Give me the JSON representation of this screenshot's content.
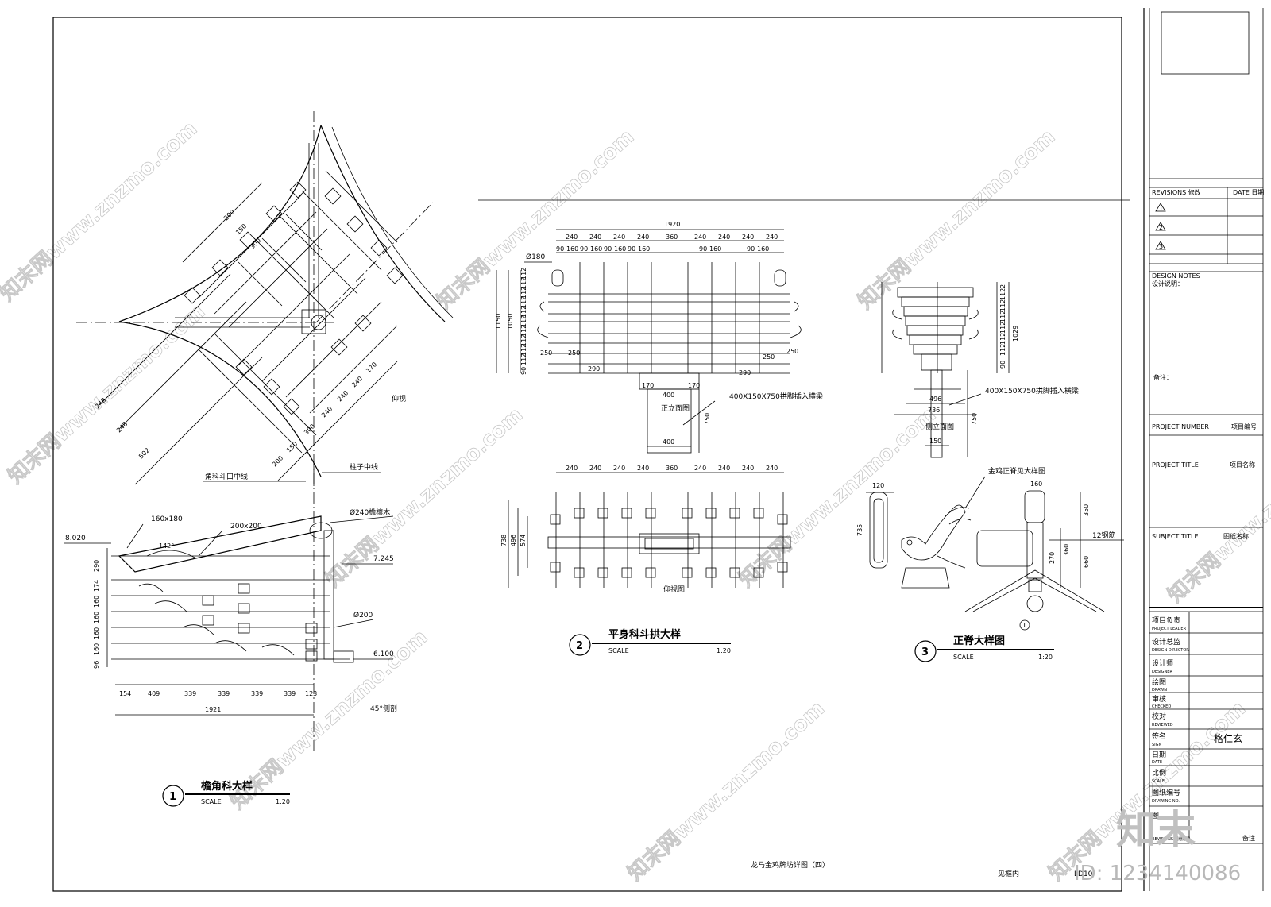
{
  "drawing": {
    "sheet_title": "龙马金鸡牌坊详图（四）",
    "sheet_note": "见框内",
    "sheet_no": "LD10",
    "image_id": "ID: 1234140086",
    "brand": "知末",
    "watermark": "知末网www.znzmo.com"
  },
  "detail1": {
    "number": "1",
    "title": "檐角科大样",
    "scale_label": "SCALE",
    "scale": "1:20",
    "top_view_label": "仰视",
    "labels": {
      "corner_line": "角科斗口中线",
      "column_line": "柱子中线",
      "purlin": "Ø240檐檩木",
      "size_a": "160x180",
      "size_b": "200x200",
      "angle": "142°",
      "col_dia": "Ø200",
      "side_view": "45°侧剖"
    },
    "elevations": [
      "8.020",
      "7.245",
      "6.100"
    ],
    "plan_dims_a": [
      "200",
      "150",
      "300"
    ],
    "plan_dims_b": [
      "502",
      "248",
      "248"
    ],
    "plan_dims_c": [
      "170",
      "240",
      "240",
      "240",
      "300",
      "150",
      "200"
    ],
    "vert_dims": [
      "290",
      "174",
      "160",
      "160",
      "160",
      "160",
      "96"
    ],
    "horiz_dims": [
      "154",
      "409",
      "339",
      "339",
      "339",
      "339",
      "123"
    ],
    "total": "1921"
  },
  "detail2": {
    "number": "2",
    "title": "平身科斗拱大样",
    "scale_label": "SCALE",
    "scale": "1:20",
    "total": "1920",
    "top_dims": [
      "240",
      "240",
      "240",
      "240",
      "360",
      "240",
      "240",
      "240",
      "240"
    ],
    "sub_dims": [
      "90",
      "160",
      "90",
      "160",
      "90",
      "160",
      "90",
      "160",
      "90",
      "160",
      "90",
      "160"
    ],
    "dia": "Ø180",
    "left_dims": [
      "112",
      "112",
      "112",
      "112",
      "112",
      "112",
      "112",
      "112",
      "112",
      "112",
      "90"
    ],
    "heights": [
      "1150",
      "1050"
    ],
    "inner_dims": [
      "250",
      "250",
      "290",
      "290",
      "250",
      "250"
    ],
    "base_dims": [
      "170",
      "170",
      "400",
      "400"
    ],
    "front_label": "正立面图",
    "beam_note": "400X150X750拱脚插入横梁",
    "depth": "750",
    "plan_label": "仰视图",
    "plan_vdims": [
      "738",
      "496",
      "574"
    ]
  },
  "detail2b": {
    "side_label": "侧立面图",
    "beam_note": "400X150X750拱脚插入横梁",
    "height": "1029",
    "base_dims": [
      "496",
      "736",
      "150"
    ],
    "right_dims": [
      "112",
      "112",
      "112",
      "112",
      "112",
      "112",
      "90",
      "2"
    ],
    "depth": "750"
  },
  "detail3": {
    "number": "3",
    "title": "正脊大样图",
    "scale_label": "SCALE",
    "scale": "1:20",
    "note": "金鸡正脊见大样图",
    "rebar": "12钢筋",
    "dims": [
      "120",
      "160",
      "735",
      "350",
      "660",
      "360",
      "270"
    ],
    "circle_ref": "1"
  },
  "titleblock": {
    "revision_header": "REVISIONS 修改",
    "date_header": "DATE 日期",
    "revisions": [
      "1",
      "2",
      "3"
    ],
    "notes_header": "DESIGN NOTES",
    "notes_sub": "设计说明：",
    "notes_body": "备注：",
    "project_number_label": "PROJECT NUMBER",
    "project_number_value": "项目编号",
    "project_title_label": "PROJECT TITLE",
    "project_title_value": "项目名称",
    "subject_title_label": "SUBJECT TITLE",
    "subject_title_value": "图纸名称",
    "rows": [
      {
        "cn": "项目负责",
        "en": "PROJECT LEADER",
        "value": ""
      },
      {
        "cn": "设计总监",
        "en": "DESIGN DIRECTOR",
        "value": ""
      },
      {
        "cn": "设计师",
        "en": "DESIGNER",
        "value": ""
      },
      {
        "cn": "绘图",
        "en": "DRAWN",
        "value": ""
      },
      {
        "cn": "审核",
        "en": "CHECKED",
        "value": ""
      },
      {
        "cn": "校对",
        "en": "REVIEWED",
        "value": ""
      },
      {
        "cn": "签名",
        "en": "SIGN",
        "value": "格仁玄"
      },
      {
        "cn": "日期",
        "en": "DATE",
        "value": ""
      },
      {
        "cn": "比例",
        "en": "SCALE",
        "value": ""
      },
      {
        "cn": "图纸编号",
        "en": "DRAWING NO.",
        "value": ""
      },
      {
        "cn": "图",
        "en": "",
        "value": ""
      }
    ],
    "footer_left": "REVISIONS 图纸编号",
    "footer_right": "备注"
  }
}
